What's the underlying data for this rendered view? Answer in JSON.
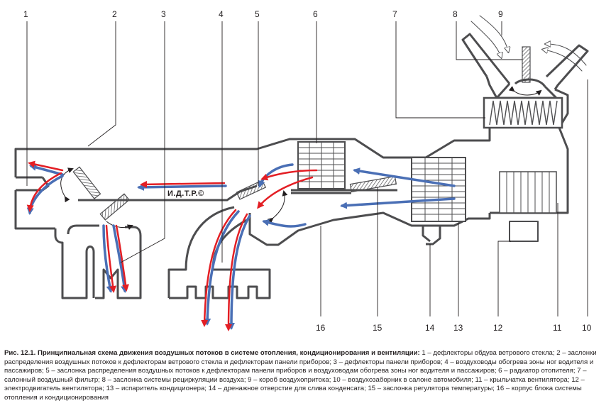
{
  "figure": {
    "watermark": "И.Д.Т.Р.©",
    "callouts": [
      {
        "id": "1",
        "label": "1"
      },
      {
        "id": "2",
        "label": "2"
      },
      {
        "id": "3",
        "label": "3"
      },
      {
        "id": "4",
        "label": "4"
      },
      {
        "id": "5",
        "label": "5"
      },
      {
        "id": "6",
        "label": "6"
      },
      {
        "id": "7",
        "label": "7"
      },
      {
        "id": "8",
        "label": "8"
      },
      {
        "id": "9",
        "label": "9"
      },
      {
        "id": "10",
        "label": "10"
      },
      {
        "id": "11",
        "label": "11"
      },
      {
        "id": "12",
        "label": "12"
      },
      {
        "id": "13",
        "label": "13"
      },
      {
        "id": "14",
        "label": "14"
      },
      {
        "id": "15",
        "label": "15"
      },
      {
        "id": "16",
        "label": "16"
      }
    ],
    "colors": {
      "outline": "#4d4d4f",
      "hot_air": "#e31e24",
      "cold_air": "#4a6fb5",
      "text": "#231f20"
    }
  },
  "caption": {
    "title": "Рис. 12.1. Принципиальная схема движения воздушных потоков в системе отопления, кондиционирования и вентиляции:",
    "body": " 1 – дефлекторы обдува ветрового стекла; 2 – заслонки распределения воздушных потоков к дефлекторам ветрового стекла и дефлекторам панели приборов; 3 – дефлекторы панели приборов; 4 – воздуховоды обогрева зоны ног водителя и пассажиров; 5 – заслонка распределения воздушных потоков к дефлекторам панели приборов и воздуховодам обогрева зоны ног водителя и пассажиров; 6 – радиатор отопителя; 7 – салонный воздушный фильтр; 8 – заслонка системы рециркуляции воздуха; 9 – короб воздухопритока; 10 – воздухозаборник в салоне автомобиля; 11 – крыльчатка вентилятора; 12 – электродвигатель вентилятора; 13 – испаритель кондиционера; 14 – дренажное отверстие для слива конденсата; 15 – заслонка регулятора температуры; 16 – корпус блока системы отопления и кондиционирования"
  }
}
